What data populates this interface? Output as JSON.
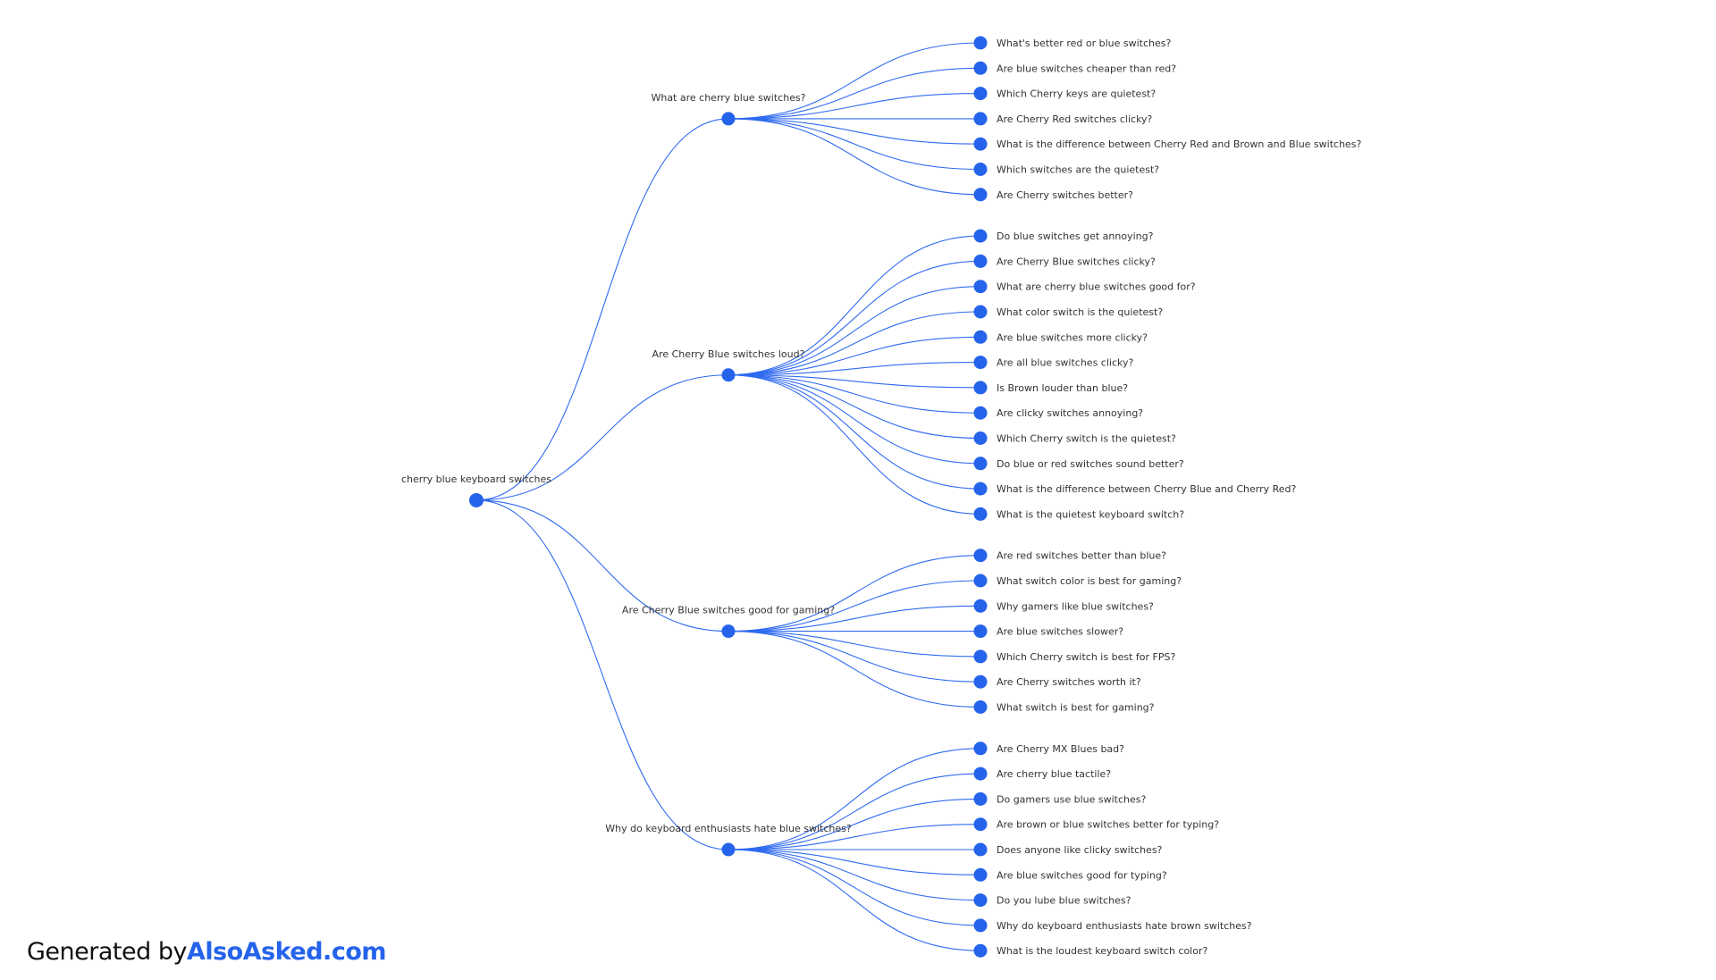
{
  "colors": {
    "link": "#2f6af0",
    "node": "#2563eb",
    "brand": "#2563eb",
    "text": "#333333"
  },
  "footer": {
    "prefix": "Generated by",
    "brand": "AlsoAsked.com"
  },
  "tree": {
    "label": "cherry blue keyboard switches",
    "children": [
      {
        "label": "What are cherry blue switches?",
        "children": [
          "What's better red or blue switches?",
          "Are blue switches cheaper than red?",
          "Which Cherry keys are quietest?",
          "Are Cherry Red switches clicky?",
          "What is the difference between Cherry Red and Brown and Blue switches?",
          "Which switches are the quietest?",
          "Are Cherry switches better?"
        ]
      },
      {
        "label": "Are Cherry Blue switches loud?",
        "children": [
          "Do blue switches get annoying?",
          "Are Cherry Blue switches clicky?",
          "What are cherry blue switches good for?",
          "What color switch is the quietest?",
          "Are blue switches more clicky?",
          "Are all blue switches clicky?",
          "Is Brown louder than blue?",
          "Are clicky switches annoying?",
          "Which Cherry switch is the quietest?",
          "Do blue or red switches sound better?",
          "What is the difference between Cherry Blue and Cherry Red?",
          "What is the quietest keyboard switch?"
        ]
      },
      {
        "label": "Are Cherry Blue switches good for gaming?",
        "children": [
          "Are red switches better than blue?",
          "What switch color is best for gaming?",
          "Why gamers like blue switches?",
          "Are blue switches slower?",
          "Which Cherry switch is best for FPS?",
          "Are Cherry switches worth it?",
          "What switch is best for gaming?"
        ]
      },
      {
        "label": "Why do keyboard enthusiasts hate blue switches?",
        "children": [
          "Are Cherry MX Blues bad?",
          "Are cherry blue tactile?",
          "Do gamers use blue switches?",
          "Are brown or blue switches better for typing?",
          "Does anyone like clicky switches?",
          "Are blue switches good for typing?",
          "Do you lube blue switches?",
          "Why do keyboard enthusiasts hate brown switches?",
          "What is the loudest keyboard switch color?"
        ]
      }
    ]
  }
}
